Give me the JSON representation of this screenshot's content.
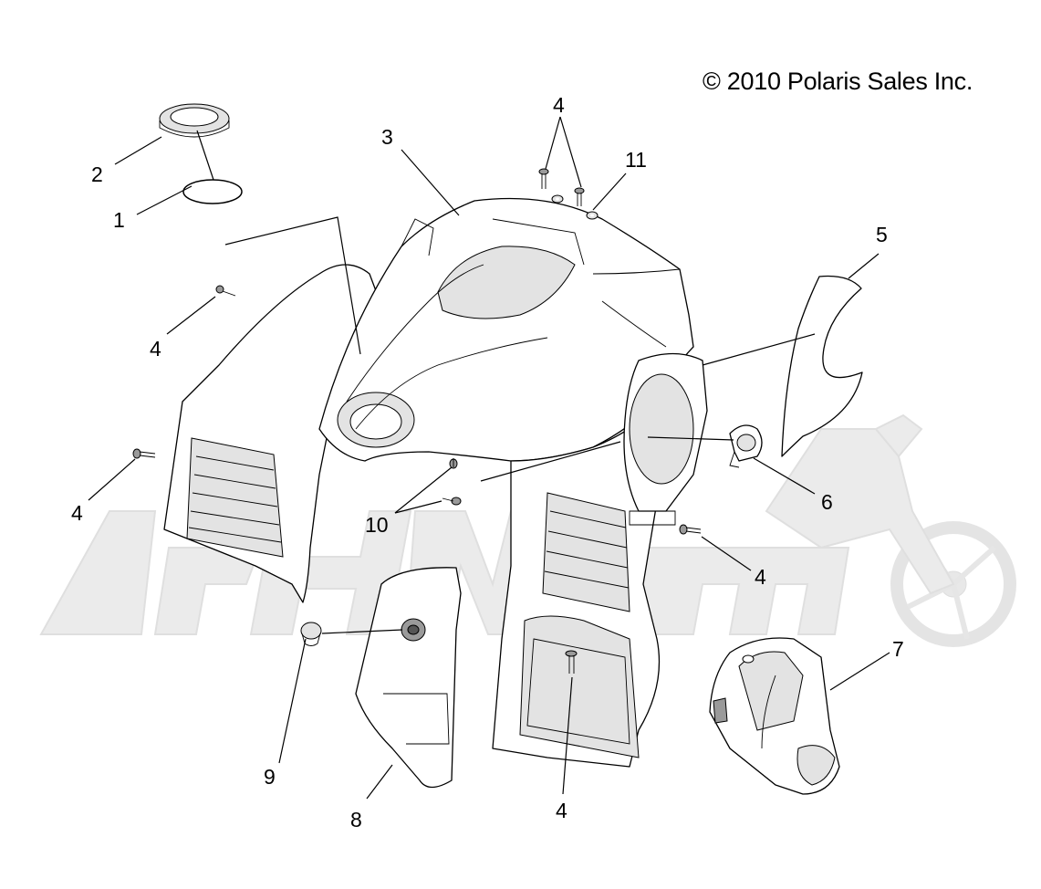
{
  "copyright": "© 2010 Polaris Sales Inc.",
  "watermark": {
    "text": "ASHMOTO",
    "description": "faint motorcycle logo with lettering behind the drawing"
  },
  "callouts": [
    {
      "id": "c2",
      "label": "2"
    },
    {
      "id": "c1",
      "label": "1"
    },
    {
      "id": "c3",
      "label": "3"
    },
    {
      "id": "c4a",
      "label": "4"
    },
    {
      "id": "c11",
      "label": "11"
    },
    {
      "id": "c5",
      "label": "5"
    },
    {
      "id": "c4b",
      "label": "4"
    },
    {
      "id": "c4c",
      "label": "4"
    },
    {
      "id": "c10",
      "label": "10"
    },
    {
      "id": "c6",
      "label": "6"
    },
    {
      "id": "c4d",
      "label": "4"
    },
    {
      "id": "c7",
      "label": "7"
    },
    {
      "id": "c9",
      "label": "9"
    },
    {
      "id": "c8",
      "label": "8"
    },
    {
      "id": "c4e",
      "label": "4"
    }
  ]
}
